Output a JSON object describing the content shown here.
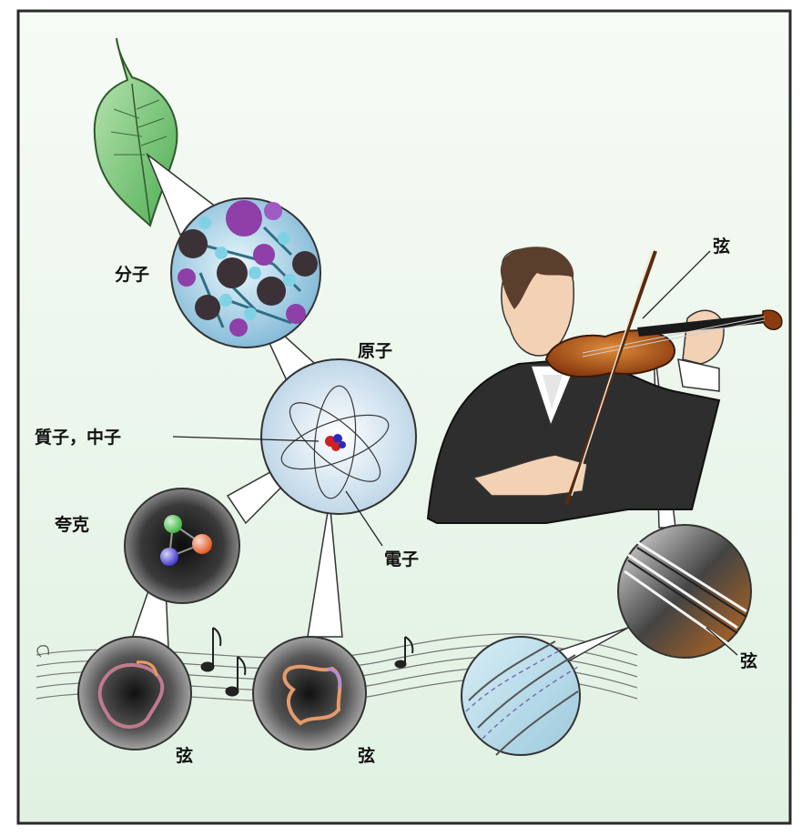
{
  "labels": {
    "molecule": "分子",
    "atom": "原子",
    "proton_neutron": "質子，中子",
    "quark": "夸克",
    "electron": "電子",
    "string_violin_top": "弦",
    "string_violin_bottom": "弦",
    "string_left": "弦",
    "string_middle": "弦"
  },
  "colors": {
    "background_top": "#f7fbf6",
    "background_bottom": "#e2f2e4",
    "frame": "#2a2a2a",
    "leaf": "#7ccb7a",
    "molecule_purple": "#8e3fa8",
    "molecule_dark": "#3b3136",
    "molecule_cyan": "#7fd2e3",
    "atom_bubble": "#dce9f2",
    "quark_green": "#38b53a",
    "quark_orange": "#e2531d",
    "quark_blue": "#3b2fc9",
    "violin": "#b4561c",
    "suit": "#2e2e2e"
  },
  "icons": [
    "leaf-icon",
    "music-note-icon",
    "violinist-illustration"
  ]
}
